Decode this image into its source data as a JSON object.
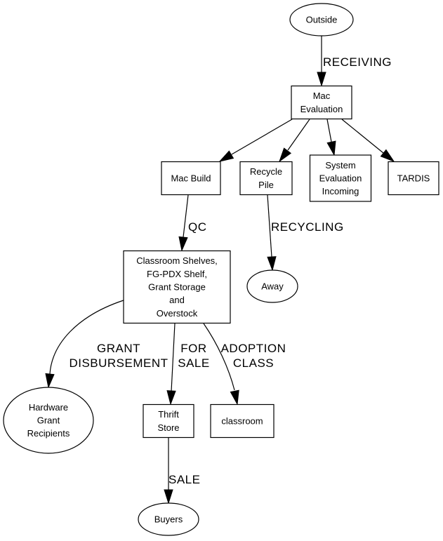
{
  "diagram": {
    "type": "directed-graph",
    "nodes": [
      {
        "id": "outside",
        "shape": "ellipse",
        "lines": [
          "Outside"
        ]
      },
      {
        "id": "mac-evaluation",
        "shape": "box",
        "lines": [
          "Mac",
          "Evaluation"
        ]
      },
      {
        "id": "mac-build",
        "shape": "box",
        "lines": [
          "Mac Build"
        ]
      },
      {
        "id": "recycle-pile",
        "shape": "box",
        "lines": [
          "Recycle",
          "Pile"
        ]
      },
      {
        "id": "system-evaluation-incoming",
        "shape": "box",
        "lines": [
          "System",
          "Evaluation",
          "Incoming"
        ]
      },
      {
        "id": "tardis",
        "shape": "box",
        "lines": [
          "TARDIS"
        ]
      },
      {
        "id": "classroom-shelves",
        "shape": "box",
        "lines": [
          "Classroom Shelves,",
          "FG-PDX Shelf,",
          "Grant Storage",
          "and",
          "Overstock"
        ]
      },
      {
        "id": "away",
        "shape": "ellipse",
        "lines": [
          "Away"
        ]
      },
      {
        "id": "hardware-grant-recipients",
        "shape": "ellipse",
        "lines": [
          "Hardware",
          "Grant",
          "Recipients"
        ]
      },
      {
        "id": "thrift-store",
        "shape": "box",
        "lines": [
          "Thrift",
          "Store"
        ]
      },
      {
        "id": "classroom",
        "shape": "box",
        "lines": [
          "classroom"
        ]
      },
      {
        "id": "buyers",
        "shape": "ellipse",
        "lines": [
          "Buyers"
        ]
      }
    ],
    "edges": [
      {
        "from": "outside",
        "to": "mac-evaluation",
        "label": [
          "RECEIVING"
        ]
      },
      {
        "from": "mac-evaluation",
        "to": "mac-build",
        "label": []
      },
      {
        "from": "mac-evaluation",
        "to": "recycle-pile",
        "label": []
      },
      {
        "from": "mac-evaluation",
        "to": "system-evaluation-incoming",
        "label": []
      },
      {
        "from": "mac-evaluation",
        "to": "tardis",
        "label": []
      },
      {
        "from": "mac-build",
        "to": "classroom-shelves",
        "label": [
          "QC"
        ]
      },
      {
        "from": "recycle-pile",
        "to": "away",
        "label": [
          "RECYCLING"
        ]
      },
      {
        "from": "classroom-shelves",
        "to": "hardware-grant-recipients",
        "label": [
          "GRANT",
          "DISBURSEMENT"
        ]
      },
      {
        "from": "classroom-shelves",
        "to": "thrift-store",
        "label": [
          "FOR",
          "SALE"
        ]
      },
      {
        "from": "classroom-shelves",
        "to": "classroom",
        "label": [
          "ADOPTION",
          "CLASS"
        ]
      },
      {
        "from": "thrift-store",
        "to": "buyers",
        "label": [
          "SALE"
        ]
      }
    ]
  }
}
